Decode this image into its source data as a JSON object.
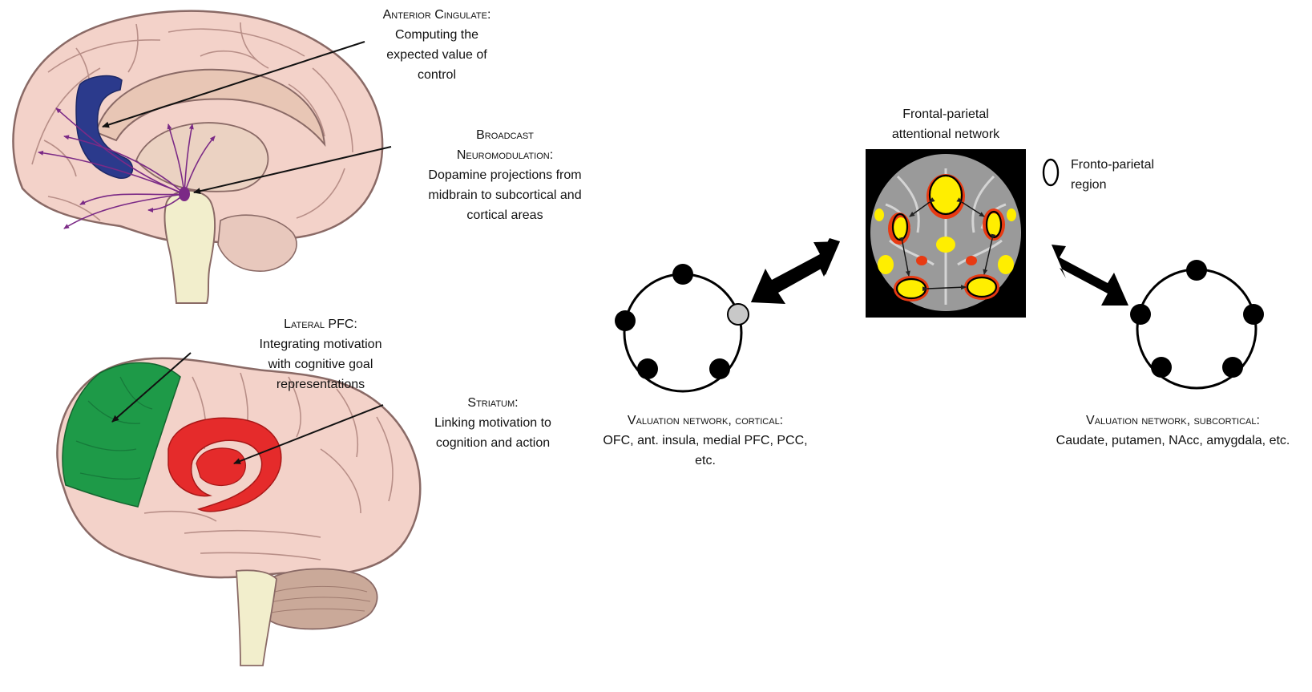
{
  "annotations": {
    "anterior_cingulate": {
      "title": "Anterior Cingulate:",
      "lines": [
        "Computing the",
        "expected value of",
        "control"
      ]
    },
    "broadcast": {
      "title1": "Broadcast",
      "title2": "Neuromodulation:",
      "lines": [
        "Dopamine projections from",
        "midbrain to subcortical and",
        "cortical areas"
      ]
    },
    "lateral_pfc": {
      "title": "Lateral PFC:",
      "lines": [
        "Integrating motivation",
        "with cognitive goal",
        "representations"
      ]
    },
    "striatum": {
      "title": "Striatum:",
      "lines": [
        "Linking motivation to",
        "cognition and action"
      ]
    }
  },
  "network": {
    "title_lines": [
      "Frontal-parietal",
      "attentional network"
    ],
    "legend_label_lines": [
      "Fronto-parietal",
      "region"
    ],
    "cortical": {
      "title": "Valuation network, cortical:",
      "lines": [
        "OFC, ant. insula, medial PFC, PCC,",
        "etc."
      ]
    },
    "subcortical": {
      "title": "Valuation network, subcortical:",
      "lines": [
        "Caudate, putamen, NAcc, amygdala, etc."
      ]
    }
  },
  "colors": {
    "brain_fill": "#f3d2c9",
    "brain_outline": "#8a6a66",
    "anterior_cingulate": "#2b3a8c",
    "lateral_pfc": "#1e9a48",
    "striatum": "#e52b2b",
    "midbrain_dot": "#7b2a86",
    "brainstem": "#f2eecc",
    "cerebellum": "#caa999",
    "activation_hot": "#ffee00",
    "activation_warm": "#e83a12",
    "node_dark": "#000000",
    "node_light": "#c8c8c8"
  }
}
